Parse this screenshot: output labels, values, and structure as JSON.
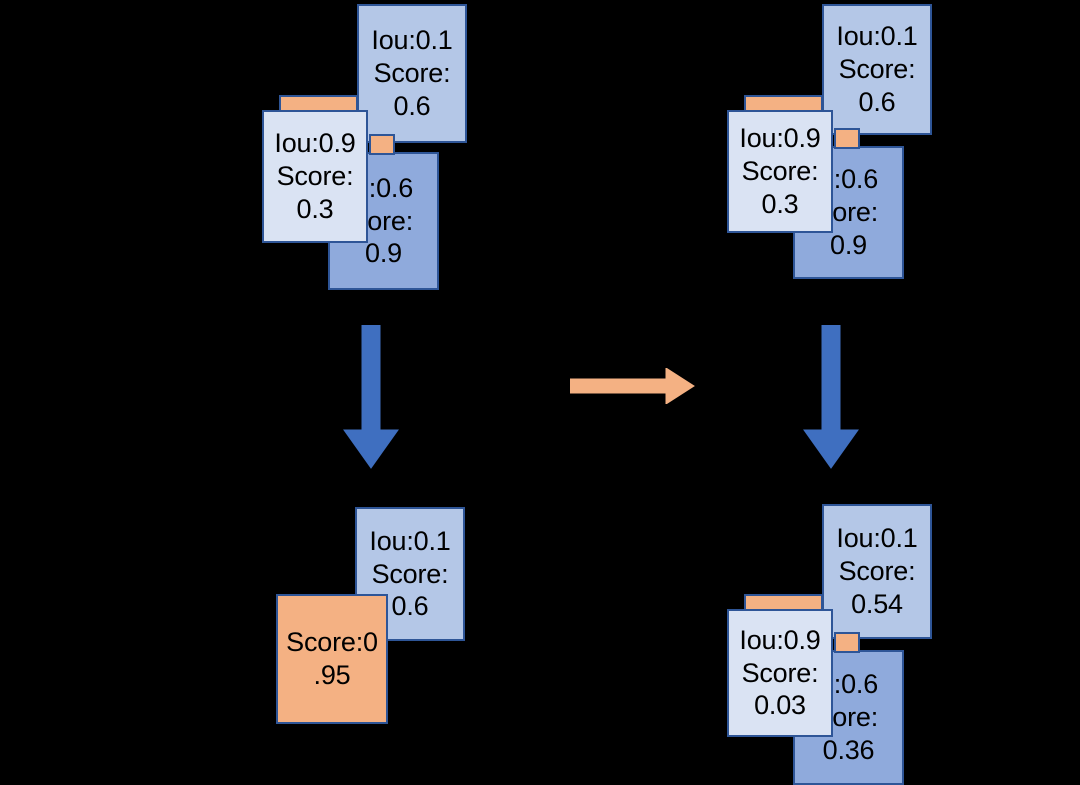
{
  "diagram": {
    "title": "NMS vs Soft-NMS score suppression diagram",
    "background_color": "#000000",
    "palette": {
      "box_blue_light": "#b4c7e7",
      "box_blue_mid": "#8faadc",
      "box_blue_pale": "#dae3f3",
      "box_orange": "#f4b183",
      "border_blue": "#2e5597",
      "arrow_blue": "#3f6fc0",
      "arrow_orange": "#f4b183",
      "text_black": "#000000"
    },
    "groups": [
      {
        "id": "top-left",
        "name": "before-nms-left",
        "boxes": [
          {
            "name": "box-iou-0.1-score-0.6",
            "label": "Iou:0.1\nScore:\n0.6",
            "color": "box_blue_light"
          },
          {
            "name": "box-iou-0.9-score-0.3",
            "label": "Iou:0.9\nScore:\n0.3",
            "color": "box_blue_pale"
          },
          {
            "name": "box-iou-0.6-score-0.9",
            "label": "u:0.6\ncore:\n0.9",
            "color": "box_blue_mid"
          }
        ],
        "strips": [
          {
            "name": "orange-strip-wide"
          },
          {
            "name": "orange-strip-small"
          }
        ]
      },
      {
        "id": "bottom-left",
        "name": "after-nms-left",
        "boxes": [
          {
            "name": "box-iou-0.1-score-0.6",
            "label": "Iou:0.1\nScore:\n0.6",
            "color": "box_blue_light"
          },
          {
            "name": "box-score-0.95",
            "label": "Score:0\n.95",
            "color": "box_orange"
          }
        ],
        "strips": []
      },
      {
        "id": "top-right",
        "name": "before-softnms-right",
        "boxes": [
          {
            "name": "box-iou-0.1-score-0.6",
            "label": "Iou:0.1\nScore:\n0.6",
            "color": "box_blue_light"
          },
          {
            "name": "box-iou-0.9-score-0.3",
            "label": "Iou:0.9\nScore:\n0.3",
            "color": "box_blue_pale"
          },
          {
            "name": "box-iou-0.6-score-0.9",
            "label": "u:0.6\ncore:\n0.9",
            "color": "box_blue_mid"
          }
        ],
        "strips": [
          {
            "name": "orange-strip-wide"
          },
          {
            "name": "orange-strip-small"
          }
        ]
      },
      {
        "id": "bottom-right",
        "name": "after-softnms-right",
        "boxes": [
          {
            "name": "box-iou-0.1-score-0.54",
            "label": "Iou:0.1\nScore:\n0.54",
            "color": "box_blue_light"
          },
          {
            "name": "box-iou-0.9-score-0.03",
            "label": "Iou:0.9\nScore:\n0.03",
            "color": "box_blue_pale"
          },
          {
            "name": "box-iou-0.6-score-0.36",
            "label": "u:0.6\ncore:\n0.36",
            "color": "box_blue_mid"
          }
        ],
        "strips": [
          {
            "name": "orange-strip-wide"
          },
          {
            "name": "orange-strip-small"
          }
        ]
      }
    ],
    "arrows": [
      {
        "name": "down-arrow-left",
        "direction": "down",
        "color": "arrow_blue"
      },
      {
        "name": "down-arrow-right",
        "direction": "down",
        "color": "arrow_blue"
      },
      {
        "name": "right-arrow-middle",
        "direction": "right",
        "color": "arrow_orange"
      }
    ]
  }
}
